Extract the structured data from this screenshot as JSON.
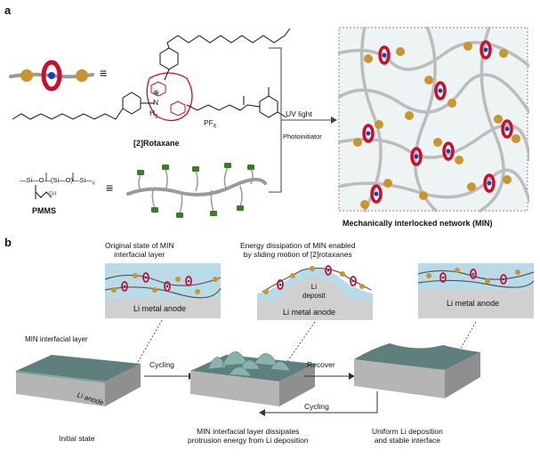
{
  "panel_a": {
    "label": "a",
    "rotaxane_label": "[2]Rotaxane",
    "pmms_label": "PMMS",
    "uv_label": "UV light",
    "photoinitiator_label": "Photoinitiator",
    "network_caption": "Mechanically interlocked network (MIN)",
    "equals_sign": "≡",
    "chem_h2": "H",
    "chem_h2_sub": "2",
    "chem_n": "N",
    "chem_plus": "⊕",
    "chem_pf6": "PF",
    "chem_pf6_sub": "6",
    "chem_sh": "SH",
    "chem_si_chain": "—Si—O—(Si—O)—Si—",
    "chem_n_sub": "n"
  },
  "panel_b": {
    "label": "b",
    "callout_original": "Original state of MIN\ninterfacial layer",
    "callout_energy": "Energy dissipation of MIN enabled\nby sliding motion of [2]rotaxanes",
    "li_metal_anode": "Li metal anode",
    "li_deposit": "Li\ndeposit",
    "min_interfacial_layer": "MIN interfacial layer",
    "li_anode": "Li anode",
    "cycling_1": "Cycling",
    "recover": "Recover",
    "cycling_2": "Cycling",
    "initial_state": "Initial state",
    "dissipates_caption": "MIN interfacial layer dissipates\nprotrusion energy from Li deposition",
    "uniform_caption": "Uniform Li deposition\nand stable interface"
  },
  "colors": {
    "ring": "#c8102e",
    "bead": "#c8952e",
    "axle_blue": "#1f3fae",
    "chain": "#9a9a9a",
    "green": "#3b7d23",
    "layer": "#b9dbe8",
    "anode": "#d0d0d0",
    "slab_top": "#5f7f7c"
  }
}
